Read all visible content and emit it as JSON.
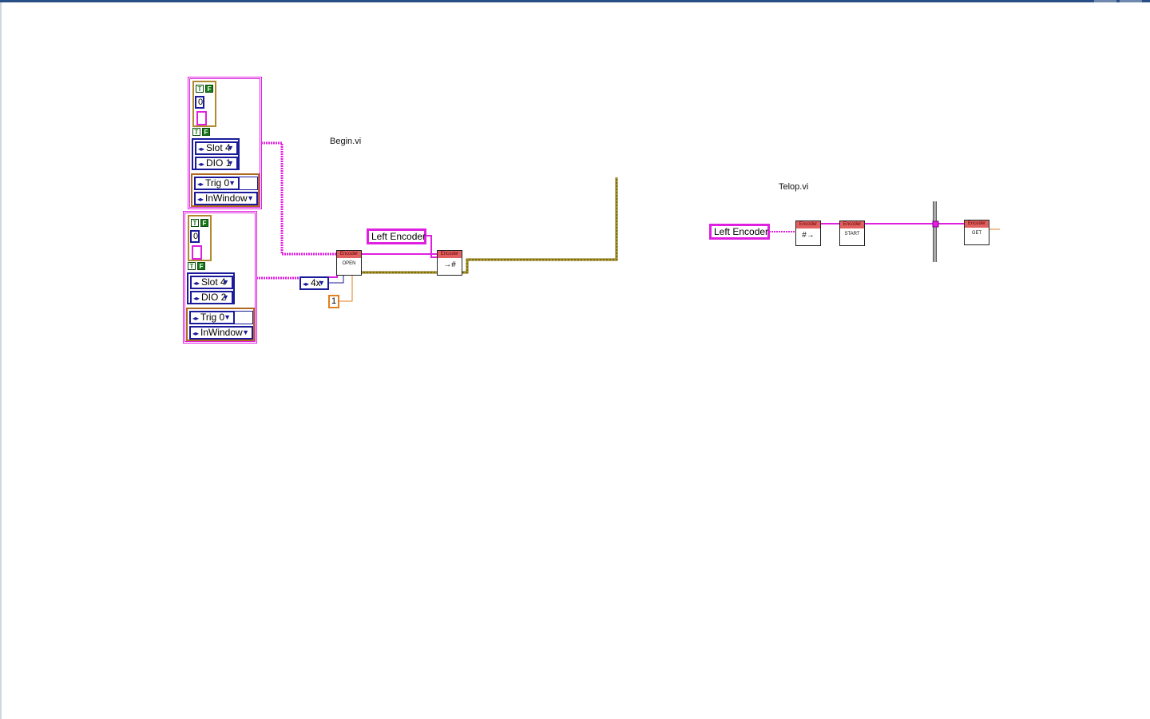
{
  "captions": {
    "begin": "Begin.vi",
    "teleop": "Telop.vi"
  },
  "begin": {
    "cluster1": {
      "bool_icon_true": "F",
      "bool_icon_hollow": "T",
      "numeric": "0",
      "slot": "Slot 4",
      "dio": "DIO 1",
      "trig": "Trig 0",
      "window": "InWindow"
    },
    "cluster2": {
      "bool_icon_true": "F",
      "bool_icon_hollow": "T",
      "numeric": "0",
      "slot": "Slot 4",
      "dio": "DIO 2",
      "trig": "Trig 0",
      "window": "InWindow"
    },
    "encoding_ring": "4x",
    "index_constant": "1",
    "name_constant": "Left Encoder",
    "open_node": {
      "header": "Encoder",
      "label": "OPEN"
    },
    "set_ref_node": {
      "header": "Encoder",
      "glyph": "→#"
    }
  },
  "teleop": {
    "name_constant": "Left Encoder",
    "get_ref_node": {
      "header": "Encoder",
      "glyph": "#→"
    },
    "start_node": {
      "header": "Encoder",
      "label": "START"
    },
    "get_node": {
      "header": "Encoder",
      "label": "GET"
    }
  },
  "colors": {
    "string_wire": "#e020e0",
    "cluster_wire": "#b08a30",
    "error_wire": "#d8c020",
    "numeric_wire": "#e08020",
    "enum_wire": "#1a1a9a",
    "node_header": "#e06060"
  }
}
